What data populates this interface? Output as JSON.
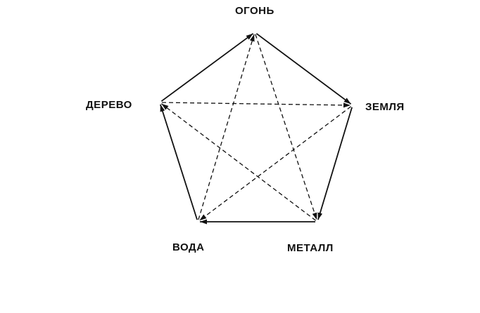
{
  "elements": {
    "fire": "ОГОНЬ",
    "earth": "ЗЕМЛЯ",
    "metal": "МЕТАЛЛ",
    "water": "ВОДА",
    "wood": "ДЕРЕВО"
  },
  "generating_cycle": [
    [
      "wood",
      "fire"
    ],
    [
      "fire",
      "earth"
    ],
    [
      "earth",
      "metal"
    ],
    [
      "metal",
      "water"
    ],
    [
      "water",
      "wood"
    ]
  ],
  "controlling_cycle": [
    [
      "wood",
      "earth"
    ],
    [
      "earth",
      "water"
    ],
    [
      "water",
      "fire"
    ],
    [
      "fire",
      "metal"
    ],
    [
      "metal",
      "wood"
    ]
  ],
  "colors": {
    "ink": "#111111",
    "background": "#ffffff"
  }
}
